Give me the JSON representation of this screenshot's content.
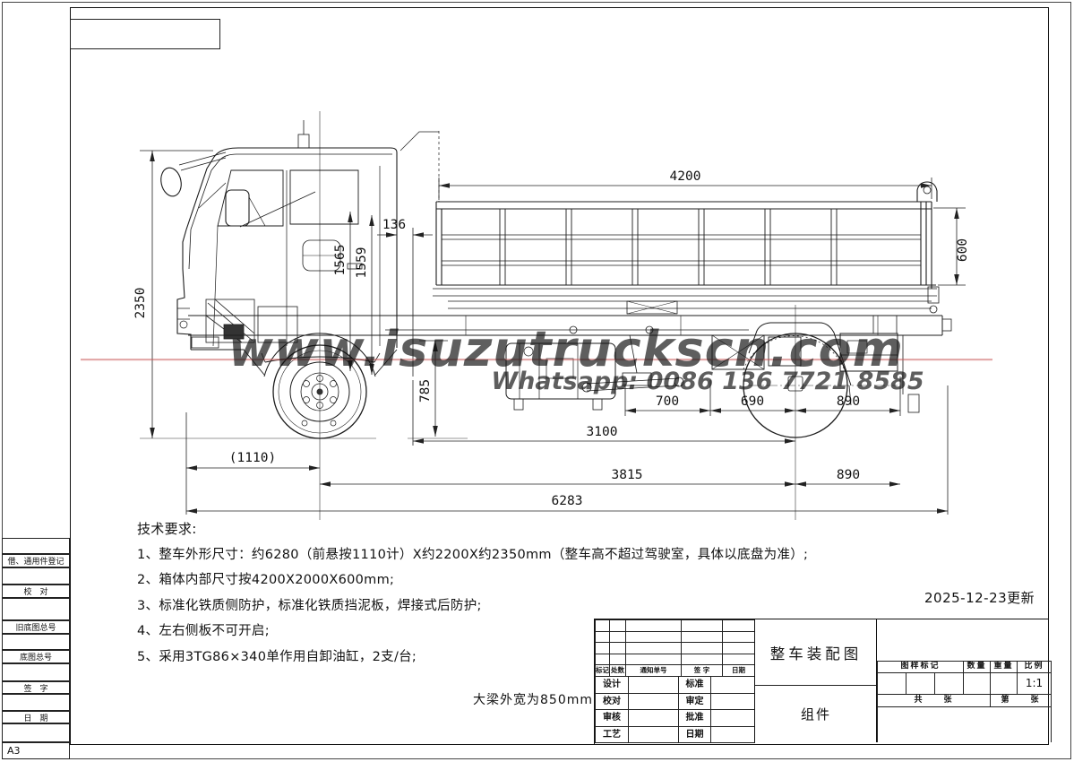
{
  "sheet": {
    "format_label": "A3",
    "scale_value": "1:1"
  },
  "notes": {
    "update_note": "2025-12-23更新",
    "beam_note": "大梁外宽为850mm"
  },
  "watermark": {
    "url": "www.isuzutruckscn.com",
    "whatsapp": "Whatsapp: 0086 136 7721 8585"
  },
  "left_margin": {
    "labels": [
      "借、通用件登记",
      "校　对",
      "旧底图总号",
      "底图总号",
      "签　字",
      "日　期"
    ]
  },
  "tech_requirements": {
    "title": "技术要求:",
    "items": [
      "1、整车外形尺寸：约6280（前悬按1110计）X约2200X约2350mm（整车高不超过驾驶室，具体以底盘为准）;",
      "2、箱体内部尺寸按4200X2000X600mm;",
      "3、标准化铁质侧防护，标准化铁质挡泥板，焊接式后防护;",
      "4、左右侧板不可开启;",
      "5、采用3TG86×340单作用自卸油缸，2支/台;"
    ]
  },
  "title_block": {
    "revision_headers": [
      "标记",
      "处数",
      "通知单号",
      "签 字",
      "日期"
    ],
    "sign_rows": [
      {
        "l": "设计",
        "r": "标准"
      },
      {
        "l": "校对",
        "r": "审定"
      },
      {
        "l": "审核",
        "r": "批准"
      },
      {
        "l": "工艺",
        "r": "日期"
      }
    ],
    "drawing_title": "整车装配图",
    "drawing_subtitle": "组件",
    "right_headers": [
      "图样标记",
      "数量",
      "重量",
      "比例"
    ],
    "sheet_total": "共　　张",
    "sheet_no": "第　　张"
  },
  "dims": {
    "h2350": "2350",
    "l4200": "4200",
    "h600": "600",
    "g136": "136",
    "c1565": "1565",
    "c1559": "1559",
    "f785": "785",
    "s700": "700",
    "s690": "690",
    "r890": "890",
    "m3100": "3100",
    "fo1110": "(1110)",
    "wb3815": "3815",
    "ro890": "890",
    "ol6283": "6283"
  }
}
